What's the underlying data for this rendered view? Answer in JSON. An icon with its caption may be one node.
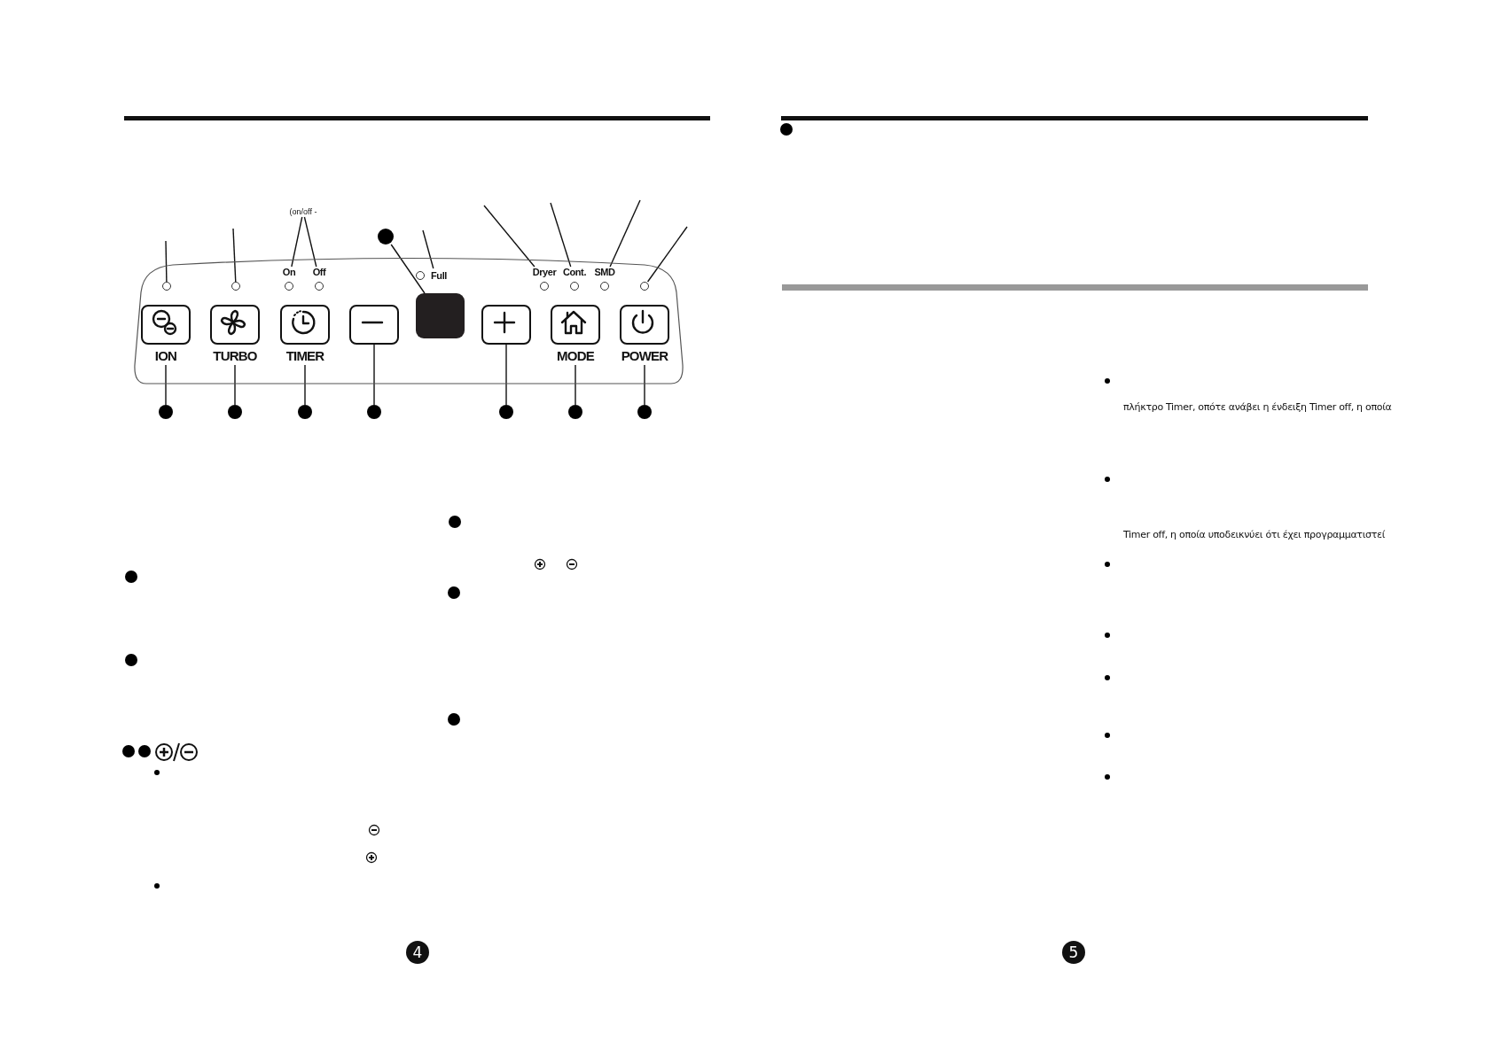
{
  "diagram": {
    "nodes": [
      {
        "text": [],
        "shape": "box"
      },
      {
        "text": [
          "ION"
        ],
        "in": 0
      },
      {
        "text": [
          "TURBO"
        ],
        "in": 0
      },
      {
        "text": [
          "TIMER"
        ],
        "in": 0
      },
      {
        "text": [],
        "shape": "box",
        "in": 0
      },
      {
        "text": [],
        "shape": "box",
        "in": 0
      },
      {
        "text": [],
        "shape": "box",
        "in": 0
      },
      {
        "text": [
          "MODE"
        ],
        "in": 0
      },
      {
        "text": [
          "POWER"
        ],
        "in": 0
      },
      {
        "text": [],
        "shape": "circle",
        "in": 0
      },
      {
        "text": [],
        "shape": "circle",
        "in": 0
      },
      {
        "text": [
          "On"
        ],
        "in": 0
      },
      {
        "text": [
          "Off"
        ],
        "in": 0
      },
      {
        "text": [
          "Full"
        ],
        "in": 0
      },
      {
        "text": [
          "Dryer"
        ],
        "in": 0
      },
      {
        "text": [
          "Cont."
        ],
        "in": 0
      },
      {
        "text": [
          "SMD"
        ],
        "in": 0
      },
      {
        "text": [],
        "shape": "circle",
        "in": 0
      },
      {
        "text": [
          "(on/off -"
        ]
      },
      {
        "text": [],
        "shape": "circle"
      },
      {
        "text": [],
        "shape": "circle"
      },
      {
        "text": [],
        "shape": "circle"
      },
      {
        "text": [],
        "shape": "circle"
      },
      {
        "text": [],
        "shape": "circle"
      },
      {
        "text": [],
        "shape": "circle"
      },
      {
        "text": [],
        "shape": "circle"
      },
      {
        "text": [],
        "shape": "circle"
      }
    ],
    "edges": [
      {
        "from": 9,
        "to": null,
        "arrow": "none"
      },
      {
        "from": 10,
        "to": null,
        "arrow": "none"
      },
      {
        "from": 18,
        "to": 11,
        "arrow": "none"
      },
      {
        "from": 18,
        "to": 12,
        "arrow": "none"
      },
      {
        "from": 19,
        "to": 5,
        "arrow": "none"
      },
      {
        "from": 13,
        "to": null,
        "arrow": "none"
      },
      {
        "from": 14,
        "to": null,
        "arrow": "none"
      },
      {
        "from": 15,
        "to": null,
        "arrow": "none"
      },
      {
        "from": 16,
        "to": null,
        "arrow": "none"
      },
      {
        "from": 17,
        "to": null,
        "arrow": "none"
      },
      {
        "from": 1,
        "to": 20,
        "arrow": "none"
      },
      {
        "from": 2,
        "to": 21,
        "arrow": "none"
      },
      {
        "from": 3,
        "to": 22,
        "arrow": "none"
      },
      {
        "from": 4,
        "to": 23,
        "arrow": "none"
      },
      {
        "from": 6,
        "to": 24,
        "arrow": "none"
      },
      {
        "from": 7,
        "to": 25,
        "arrow": "none"
      },
      {
        "from": 8,
        "to": 26,
        "arrow": "none"
      }
    ],
    "labels": [
      "4",
      "πλήκτρο Timer,  οπότε ανάβει η ένδειξη Timer off, η οποία",
      "Timer off, η οποία υποδεικνύει ότι έχει προγραμματιστεί",
      "5"
    ]
  }
}
